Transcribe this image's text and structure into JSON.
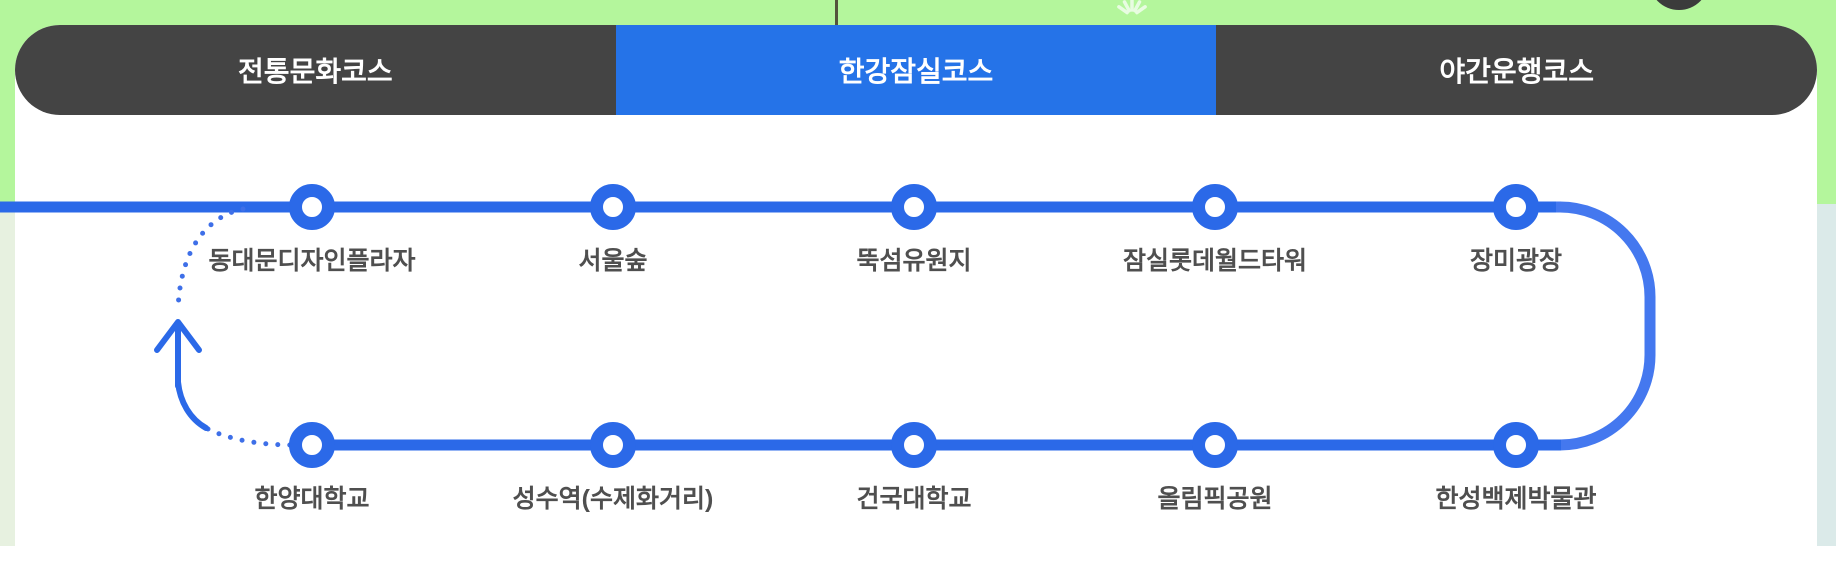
{
  "course_tabs": {
    "items": [
      {
        "label": "전통문화코스",
        "active": false
      },
      {
        "label": "한강잠실코스",
        "active": true
      },
      {
        "label": "야간운행코스",
        "active": false
      }
    ]
  },
  "route_map": {
    "top_row_stops": [
      "동대문디자인플라자",
      "서울숲",
      "뚝섬유원지",
      "잠실롯데월드타워",
      "장미광장"
    ],
    "bottom_row_stops": [
      "한양대학교",
      "성수역(수제화거리)",
      "건국대학교",
      "올림픽공원",
      "한성백제박물관"
    ],
    "loop_direction_arrow": "up-arrow-on-left-return-leg"
  },
  "colors": {
    "hero_green": "#b4f69c",
    "active_tab_blue": "#2573e8",
    "inactive_tab_dark": "#444444",
    "route_line_blue": "#2b69e8",
    "route_curve_blue": "#4478ef",
    "stop_label_gray": "#4f4f4f"
  }
}
